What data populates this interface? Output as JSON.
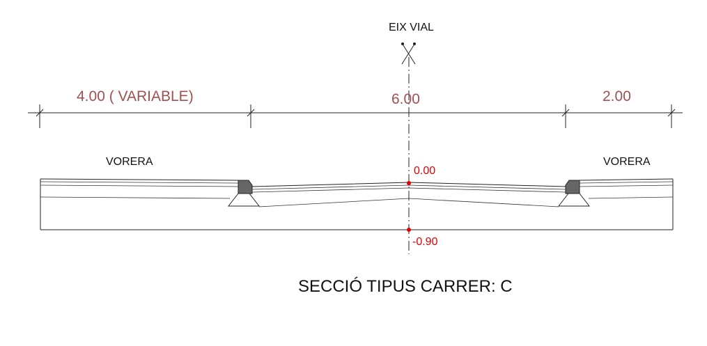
{
  "axis": {
    "label": "EIX VIAL"
  },
  "dimensions": {
    "left": "4.00 ( VARIABLE)",
    "center": "6.00",
    "right": "2.00"
  },
  "sidewalks": {
    "left": "VORERA",
    "right": "VORERA"
  },
  "levels": {
    "top": "0.00",
    "bottom": "-0.90"
  },
  "title": "SECCIÓ TIPUS  CARRER: C",
  "colors": {
    "dimension_text": "#a05050",
    "level_text": "#e00000",
    "curb_fill": "#666666"
  }
}
